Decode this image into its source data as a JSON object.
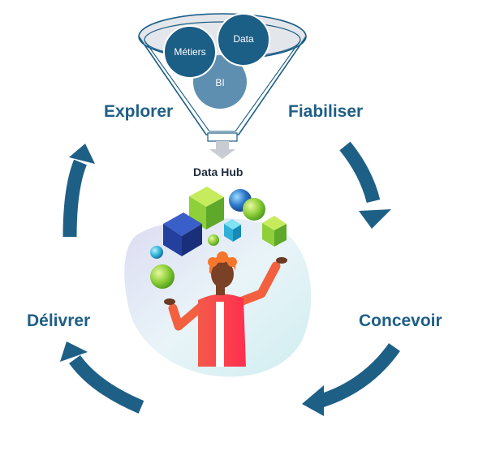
{
  "funnel": {
    "sources": [
      {
        "label": "Métiers"
      },
      {
        "label": "Data"
      },
      {
        "label": "BI"
      }
    ]
  },
  "hub": {
    "title": "Data Hub"
  },
  "cycle": {
    "phases": [
      {
        "label": "Explorer"
      },
      {
        "label": "Fiabiliser"
      },
      {
        "label": "Concevoir"
      },
      {
        "label": "Délivrer"
      }
    ]
  },
  "colors": {
    "arrow": "#1e5f86",
    "bubble_dark": "#1b5e86",
    "bubble_light": "#5e8fb0",
    "phase_text": "#1e5f86"
  }
}
